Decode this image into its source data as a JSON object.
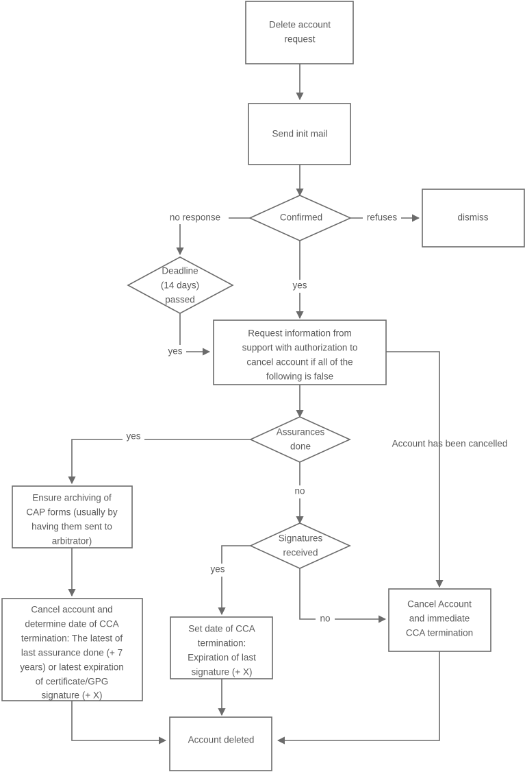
{
  "diagram": {
    "title": "Delete account request flowchart",
    "colors": {
      "stroke": "#6b6b6b",
      "text": "#5a5a5a",
      "background": "#ffffff"
    },
    "nodes": {
      "delete_account_request": {
        "shape": "process",
        "lines": [
          "Delete account",
          "request"
        ]
      },
      "send_init_mail": {
        "shape": "process",
        "lines": [
          "Send init mail"
        ]
      },
      "confirmed": {
        "shape": "decision",
        "lines": [
          "Confirmed"
        ]
      },
      "dismiss": {
        "shape": "process",
        "lines": [
          "dismiss"
        ]
      },
      "deadline_passed": {
        "shape": "decision",
        "lines": [
          "Deadline",
          "(14 days)",
          "passed"
        ]
      },
      "request_information": {
        "shape": "process",
        "lines": [
          "Request information from",
          "support with authorization to",
          "cancel account if all of the",
          "following is false"
        ]
      },
      "assurances_done": {
        "shape": "decision",
        "lines": [
          "Assurances",
          "done"
        ]
      },
      "ensure_archiving": {
        "shape": "process",
        "lines": [
          "Ensure archiving of",
          "CAP forms (usually by",
          "having them sent to",
          "arbitrator)"
        ]
      },
      "signatures_received": {
        "shape": "decision",
        "lines": [
          "Signatures",
          "received"
        ]
      },
      "cancel_account_determine_date": {
        "shape": "process",
        "lines": [
          "Cancel account and",
          "determine date of CCA",
          "termination: The latest of",
          "last assurance done (+ 7",
          "years) or latest expiration",
          "of certificate/GPG",
          "signature (+ X)"
        ]
      },
      "set_date_cca_termination": {
        "shape": "process",
        "lines": [
          "Set date of CCA",
          "termination:",
          "Expiration of last",
          "signature (+ X)"
        ]
      },
      "cancel_account_immediate": {
        "shape": "process",
        "lines": [
          "Cancel Account",
          "and immediate",
          "CCA termination"
        ]
      },
      "account_deleted": {
        "shape": "process",
        "lines": [
          "Account deleted"
        ]
      }
    },
    "edge_labels": {
      "no_response": "no response",
      "refuses": "refuses",
      "confirmed_yes": "yes",
      "deadline_yes": "yes",
      "assurances_yes": "yes",
      "assurances_no": "no",
      "signatures_yes": "yes",
      "signatures_no": "no",
      "account_cancelled": "Account has been cancelled"
    }
  }
}
